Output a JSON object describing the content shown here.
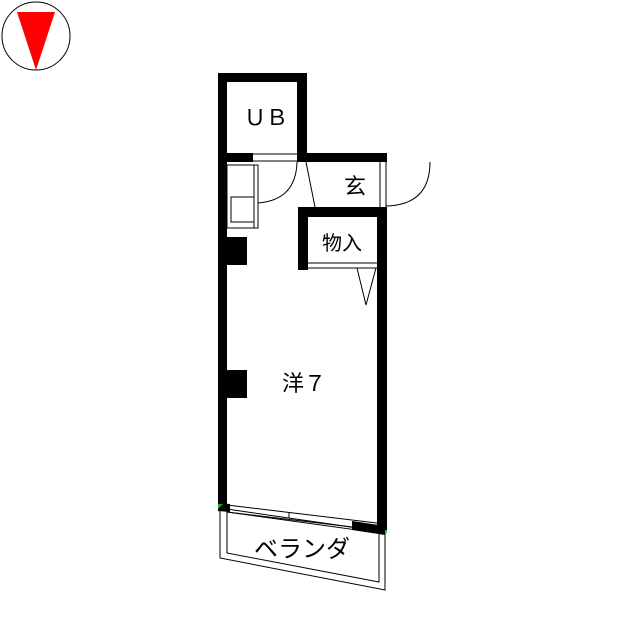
{
  "compass": {
    "icon": "north-arrow-icon",
    "color": "#ff0000"
  },
  "rooms": {
    "bath": "ＵＢ",
    "entrance": "玄",
    "closet": "物入",
    "western_room": "洋７",
    "veranda": "ベランダ"
  },
  "colors": {
    "wall": "#000000",
    "line": "#000000",
    "marker": "#22aa22"
  }
}
